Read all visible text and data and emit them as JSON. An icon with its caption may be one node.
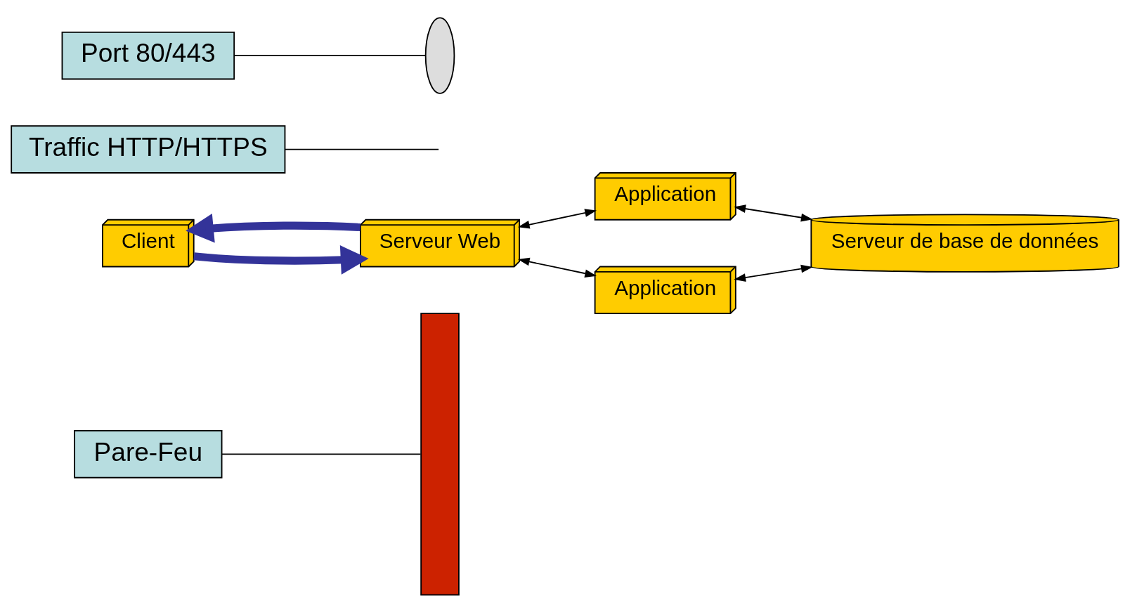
{
  "diagram": {
    "nodes": [
      {
        "text": [
          "Pare-Feu"
        ]
      },
      {
        "text": [],
        "shape": "bar"
      },
      {
        "text": [
          "Client"
        ]
      },
      {
        "text": [
          "Serveur Web"
        ]
      },
      {
        "text": [
          "Application"
        ]
      },
      {
        "text": [
          "Application"
        ]
      },
      {
        "text": [
          "Serveur de base de données"
        ]
      },
      {
        "text": [
          "Traffic HTTP/HTTPS"
        ]
      },
      {
        "text": [
          "Port 80/443"
        ]
      },
      {
        "text": [],
        "shape": "ellipse"
      }
    ],
    "edges": [
      {
        "from": 0,
        "to": 1,
        "arrow": "none"
      },
      {
        "from": 2,
        "to": 3,
        "arrow": "to",
        "style": "thick",
        "color": "#333399"
      },
      {
        "from": 3,
        "to": 2,
        "arrow": "to",
        "style": "thick",
        "color": "#333399"
      },
      {
        "from": 3,
        "to": 4,
        "arrow": "both"
      },
      {
        "from": 3,
        "to": 5,
        "arrow": "both"
      },
      {
        "from": 4,
        "to": 6,
        "arrow": "both"
      },
      {
        "from": 5,
        "to": 6,
        "arrow": "both"
      },
      {
        "from": 7,
        "to": null,
        "arrow": "none"
      },
      {
        "from": 8,
        "to": 9,
        "arrow": "none"
      }
    ]
  }
}
